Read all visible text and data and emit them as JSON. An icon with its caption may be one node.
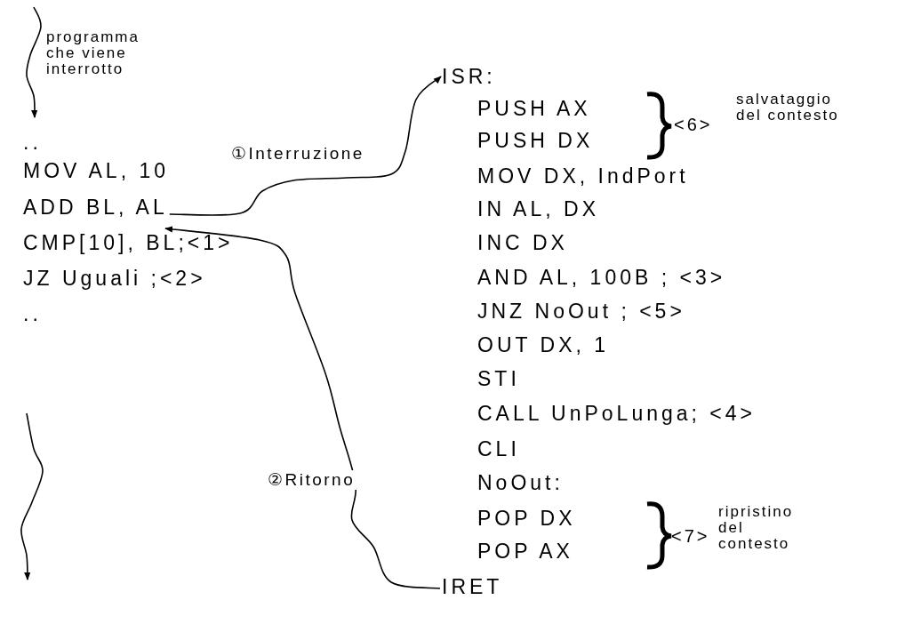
{
  "diagram": {
    "nodes": [
      {
        "text": [
          "ADD BL, AL"
        ]
      },
      {
        "text": [
          "CMP[10], BL;<1>"
        ]
      },
      {
        "text": [
          "ISR:"
        ]
      },
      {
        "text": [
          "IRET"
        ]
      }
    ],
    "edges": [
      {
        "from": 0,
        "to": 2,
        "arrow": "to",
        "label": "①Interruzione"
      },
      {
        "from": 3,
        "to": 1,
        "arrow": "to",
        "label": "②Ritorno"
      }
    ],
    "labels": [
      "programma che viene interrotto",
      "..",
      "MOV AL, 10",
      "JZ Uguali ;<2>",
      "..",
      "PUSH AX",
      "PUSH DX",
      "<6>",
      "salvataggio del contesto",
      "MOV DX, IndPort",
      "IN AL, DX",
      "INC DX",
      "AND AL, 100B ; <3>",
      "JNZ NoOut ; <5>",
      "OUT DX, 1",
      "STI",
      "CALL UnPoLunga; <4>",
      "CLI",
      "NoOut:",
      "POP DX",
      "POP AX",
      "<7>",
      "ripristino del contesto"
    ]
  }
}
